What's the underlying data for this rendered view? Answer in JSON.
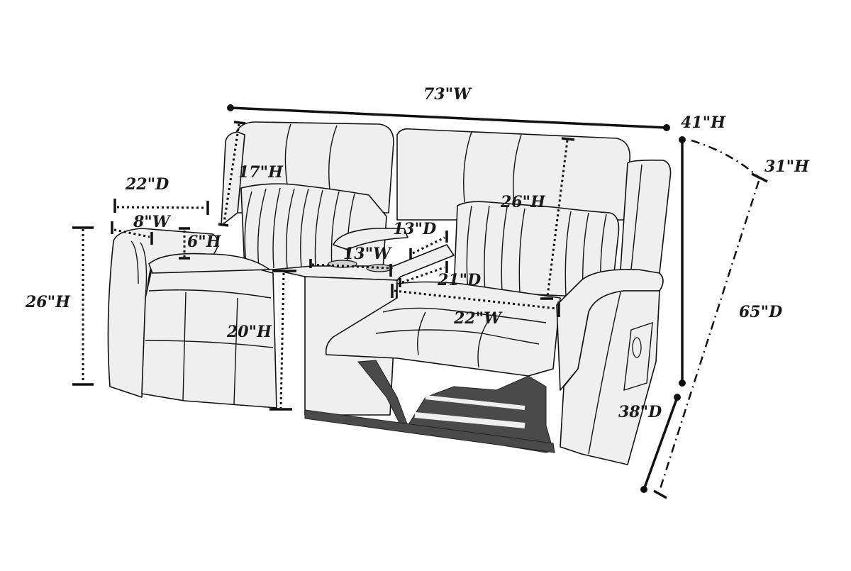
{
  "diagram": {
    "subject": "Power reclining loveseat with center console - dimension drawing",
    "colors": {
      "background": "#ffffff",
      "upholstery": "#efefef",
      "outline": "#111111",
      "mechanism": "#4a4a4a"
    },
    "dimensions": {
      "overall_width": "73\"W",
      "overall_height": "41\"H",
      "seat_back_height_reclined": "31\"H",
      "fully_reclined_depth": "65\"D",
      "overall_depth": "38\"D",
      "left_back_height": "17\"H",
      "arm_depth": "22\"D",
      "arm_width": "8\"W",
      "arm_height_above_seat": "6\"H",
      "arm_height": "26\"H",
      "seat_height": "20\"H",
      "console_depth": "13\"D",
      "console_width": "13\"W",
      "seat_depth": "21\"D",
      "seat_width": "22\"W",
      "right_back_height": "26\"H"
    }
  }
}
